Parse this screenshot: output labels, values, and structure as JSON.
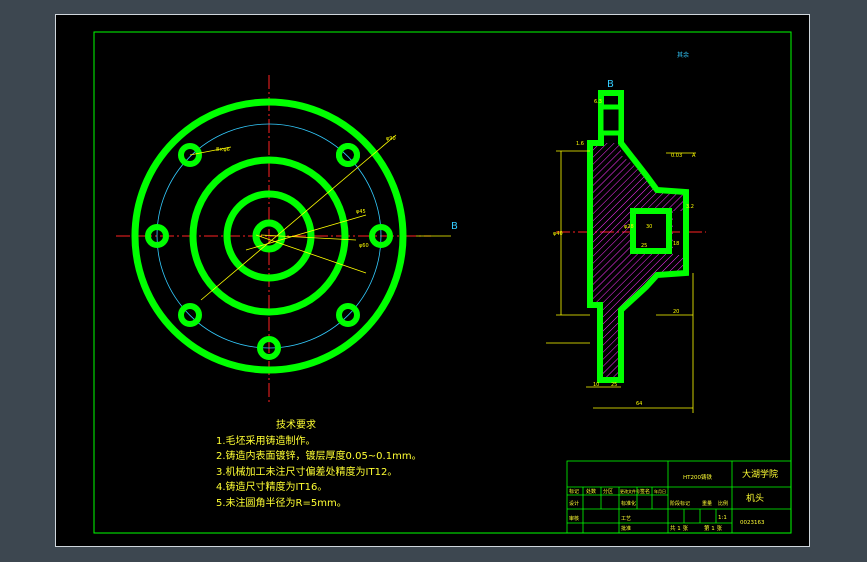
{
  "colors": {
    "background": "#000000",
    "frame": "#cfd6dc",
    "border": "#00ff00",
    "part": "#00ff00",
    "centerline": "#ff0000",
    "dimension": "#ffff00",
    "hatch": "#ff00ff",
    "circle": "#33ccff",
    "text": "#ffff33"
  },
  "drawing": {
    "roughness_note": "其余",
    "view_label_top": "B",
    "view_label_side": "B",
    "dims_front": [
      "8×φ6",
      "φ90",
      "φ45",
      "φ60"
    ],
    "dims_section": [
      "φ40",
      "φ28",
      "30",
      "25",
      "10",
      "18",
      "25",
      "20",
      "64",
      "6.3",
      "1.6",
      "3.2",
      "0.03",
      "A"
    ]
  },
  "tech_requirements": {
    "title": "技术要求",
    "items": [
      "1.毛坯采用铸造制作。",
      "2.铸造内表面镀锌，镀层厚度0.05~0.1mm。",
      "3.机械加工未注尺寸偏差处精度为IT12。",
      "4.铸造尺寸精度为IT16。",
      "5.未注圆角半径为R=5mm。"
    ]
  },
  "title_block": {
    "material": "HT200铸铁",
    "school": "大湖学院",
    "part_name": "机头",
    "drawing_no": "0023163",
    "ratio": "1:1",
    "sheet_total": "共 1 张",
    "sheet_no": "第 1 张",
    "row_headers": [
      "标记",
      "处数",
      "分区",
      "更改文件号",
      "签名",
      "年月日"
    ],
    "signature_labels": [
      "设计",
      "标准化",
      "审核",
      "工艺",
      "批准"
    ],
    "stage_labels": [
      "阶段标记",
      "重量",
      "比例"
    ]
  }
}
